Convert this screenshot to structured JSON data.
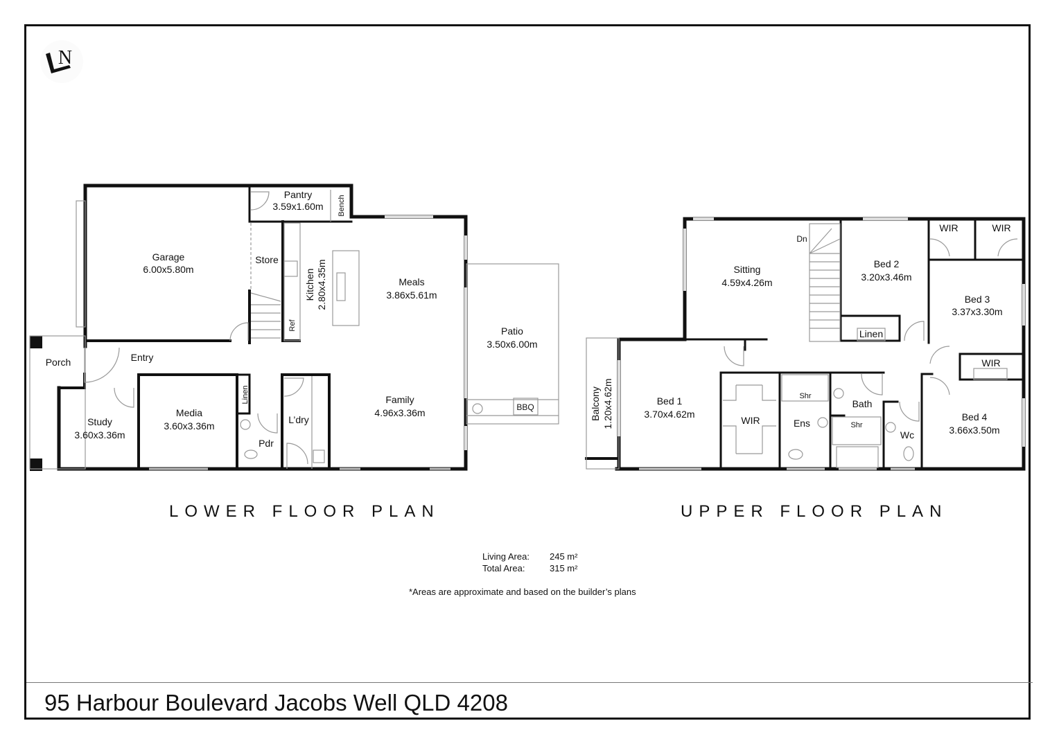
{
  "logo": {
    "icon": "ln-north-logo-icon",
    "letter": "N"
  },
  "lower_floor": {
    "title": "LOWER FLOOR PLAN",
    "rooms": {
      "garage": {
        "name": "Garage",
        "size": "6.00x5.80m"
      },
      "pantry": {
        "name": "Pantry",
        "size": "3.59x1.60m"
      },
      "bench": {
        "name": "Bench"
      },
      "store": {
        "name": "Store"
      },
      "kitchen": {
        "name": "Kitchen",
        "size": "2.80x4.35m"
      },
      "ref": {
        "name": "Ref"
      },
      "meals": {
        "name": "Meals",
        "size": "3.86x5.61m"
      },
      "family": {
        "name": "Family",
        "size": "4.96x3.36m"
      },
      "patio": {
        "name": "Patio",
        "size": "3.50x6.00m"
      },
      "bbq": {
        "name": "BBQ"
      },
      "porch": {
        "name": "Porch"
      },
      "entry": {
        "name": "Entry"
      },
      "study": {
        "name": "Study",
        "size": "3.60x3.36m"
      },
      "media": {
        "name": "Media",
        "size": "3.60x3.36m"
      },
      "linen": {
        "name": "Linen"
      },
      "pdr": {
        "name": "Pdr"
      },
      "laundry": {
        "name": "L’dry"
      }
    }
  },
  "upper_floor": {
    "title": "UPPER FLOOR PLAN",
    "rooms": {
      "sitting": {
        "name": "Sitting",
        "size": "4.59x4.26m"
      },
      "stairs_dn": {
        "name": "Dn"
      },
      "bed2": {
        "name": "Bed 2",
        "size": "3.20x3.46m"
      },
      "wir_a": {
        "name": "WIR"
      },
      "wir_b": {
        "name": "WIR"
      },
      "bed3": {
        "name": "Bed 3",
        "size": "3.37x3.30m"
      },
      "linen": {
        "name": "Linen"
      },
      "balcony": {
        "name": "Balcony",
        "size": "1.20x4.62m"
      },
      "bed1": {
        "name": "Bed 1",
        "size": "3.70x4.62m"
      },
      "wir_bed1": {
        "name": "WIR"
      },
      "ens": {
        "name": "Ens"
      },
      "ens_shr": {
        "name": "Shr"
      },
      "bath": {
        "name": "Bath"
      },
      "bath_shr": {
        "name": "Shr"
      },
      "wc": {
        "name": "Wc"
      },
      "wir_bed4": {
        "name": "WIR"
      },
      "bed4": {
        "name": "Bed 4",
        "size": "3.66x3.50m"
      }
    }
  },
  "areas": {
    "living_label": "Living Area:",
    "living_value": "245 m²",
    "total_label": "Total Area:",
    "total_value": "315 m²",
    "note": "*Areas are approximate and based on the builder’s plans"
  },
  "footer": {
    "address": "95 Harbour Boulevard Jacobs Well QLD 4208"
  }
}
